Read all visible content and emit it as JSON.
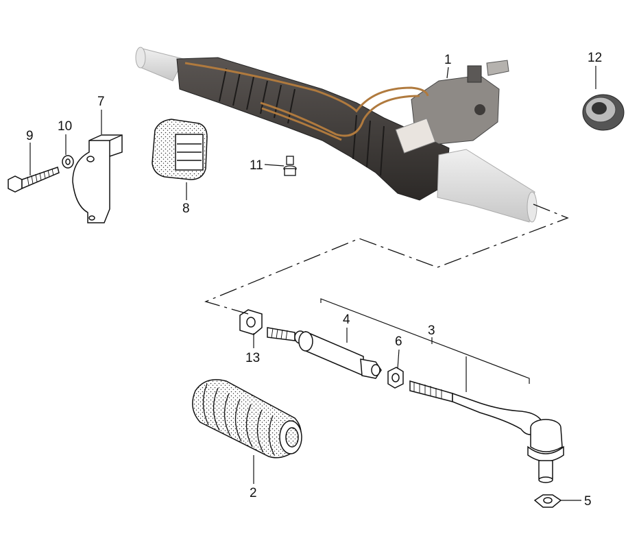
{
  "diagram": {
    "callouts": {
      "rack": "1",
      "boot": "2",
      "tie_rod_assembly": "3",
      "inner_tie_rod": "4",
      "nut_small": "5",
      "lock_nut": "6",
      "clamp": "7",
      "bushing": "8",
      "bolt": "9",
      "washer": "10",
      "valve": "11",
      "ring_bushing": "12",
      "plate_washer": "13"
    },
    "colors": {
      "rack_body": "#3a3634",
      "boot_grey": "#d9d9d9",
      "pipe_copper": "#b07a3e",
      "valve_housing": "#8a8784",
      "line_art": "#111111"
    }
  }
}
